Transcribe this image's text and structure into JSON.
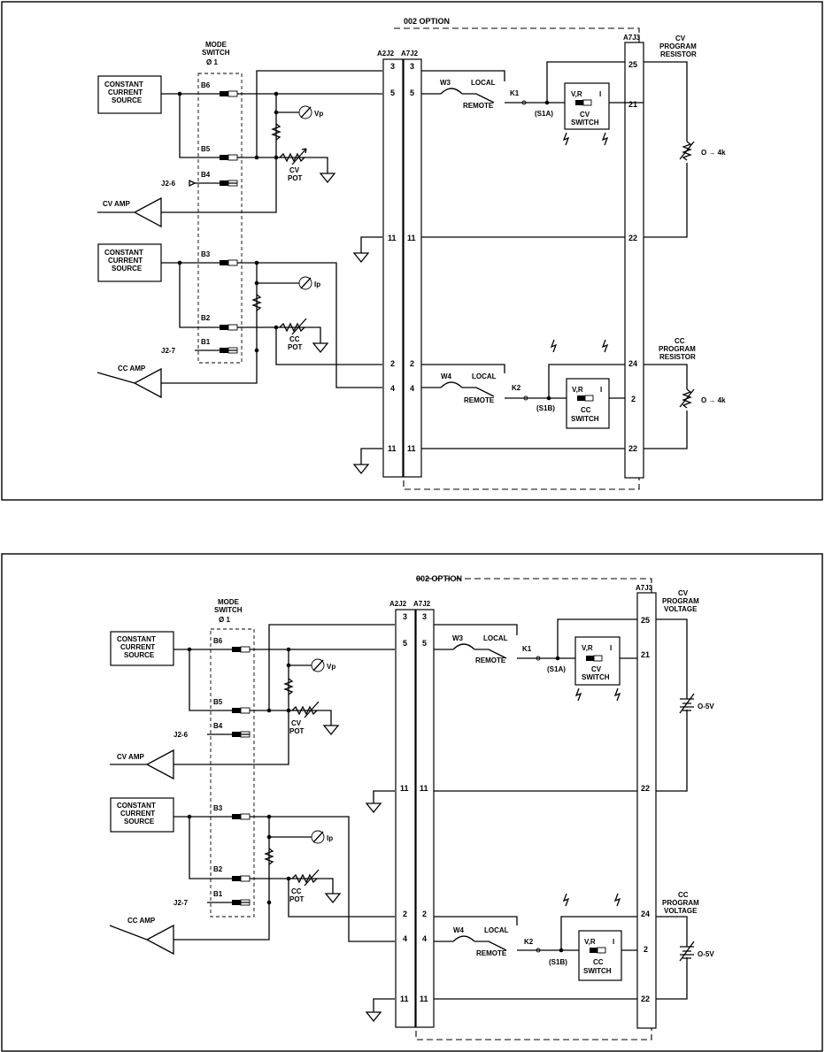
{
  "diagrams": [
    {
      "option_label": "002 OPTION",
      "mode_switch": {
        "title_1": "MODE",
        "title_2": "SWITCH",
        "positions": "Ø  1"
      },
      "connectors": {
        "a2": "A2J2",
        "a7": "A7J2",
        "a7j3": "A7J3"
      },
      "sources": {
        "cv_line1": "CONSTANT",
        "cv_line2": "CURRENT",
        "cv_line3": "SOURCE",
        "cc_line1": "CONSTANT",
        "cc_line2": "CURRENT",
        "cc_line3": "SOURCE"
      },
      "terminals": {
        "b6": "B6",
        "b5": "B5",
        "b4": "B4",
        "b3": "B3",
        "b2": "B2",
        "b1": "B1"
      },
      "outputs": {
        "j26": "J2-6",
        "j27": "J2-7"
      },
      "amps": {
        "cv": "CV AMP",
        "cc": "CC AMP"
      },
      "pots": {
        "cv1": "CV",
        "cv2": "POT",
        "cc1": "CC",
        "cc2": "POT"
      },
      "meters": {
        "vp": "Vp",
        "ip": "Ip"
      },
      "relays": {
        "w3": "W3",
        "w4": "W4",
        "local": "LOCAL",
        "remote": "REMOTE",
        "k1": "K1",
        "k2": "K2"
      },
      "switches": {
        "s1a": "(S1A)",
        "s1b": "(S1B)",
        "vr": "V,R",
        "i": "I",
        "cv1": "CV",
        "cv2": "SWITCH",
        "cc1": "CC",
        "cc2": "SWITCH"
      },
      "pins": {
        "p3": "3",
        "p5": "5",
        "p11": "11",
        "p2": "2",
        "p4": "4",
        "p25": "25",
        "p21": "21",
        "p22": "22",
        "p24": "24",
        "p2b": "2"
      },
      "program": {
        "cv_1": "CV",
        "cv_2": "PROGRAM",
        "cv_3": "RESISTOR",
        "cc_1": "CC",
        "cc_2": "PROGRAM",
        "cc_3": "RESISTOR",
        "range": "O → 4k"
      }
    },
    {
      "option_label": "002 OPTION",
      "mode_switch": {
        "title_1": "MODE",
        "title_2": "SWITCH",
        "positions": "Ø  1"
      },
      "connectors": {
        "a2": "A2J2",
        "a7": "A7J2",
        "a7j3": "A7J3"
      },
      "sources": {
        "cv_line1": "CONSTANT",
        "cv_line2": "CURRENT",
        "cv_line3": "SOURCE",
        "cc_line1": "CONSTANT",
        "cc_line2": "CURRENT",
        "cc_line3": "SOURCE"
      },
      "terminals": {
        "b6": "B6",
        "b5": "B5",
        "b4": "B4",
        "b3": "B3",
        "b2": "B2",
        "b1": "B1"
      },
      "outputs": {
        "j26": "J2-6",
        "j27": "J2-7"
      },
      "amps": {
        "cv": "CV AMP",
        "cc": "CC AMP"
      },
      "pots": {
        "cv1": "CV",
        "cv2": "POT",
        "cc1": "CC",
        "cc2": "POT"
      },
      "meters": {
        "vp": "Vp",
        "ip": "Ip"
      },
      "relays": {
        "w3": "W3",
        "w4": "W4",
        "local": "LOCAL",
        "remote": "REMOTE",
        "k1": "K1",
        "k2": "K2"
      },
      "switches": {
        "s1a": "(S1A)",
        "s1b": "(S1B)",
        "vr": "V,R",
        "i": "I",
        "cv1": "CV",
        "cv2": "SWITCH",
        "cc1": "CC",
        "cc2": "SWITCH"
      },
      "pins": {
        "p3": "3",
        "p5": "5",
        "p11": "11",
        "p2": "2",
        "p4": "4",
        "p25": "25",
        "p21": "21",
        "p22": "22",
        "p24": "24",
        "p2b": "2"
      },
      "program": {
        "cv_1": "CV",
        "cv_2": "PROGRAM",
        "cv_3": "VOLTAGE",
        "cc_1": "CC",
        "cc_2": "PROGRAM",
        "cc_3": "VOLTAGE",
        "range": "O-5V"
      }
    }
  ]
}
